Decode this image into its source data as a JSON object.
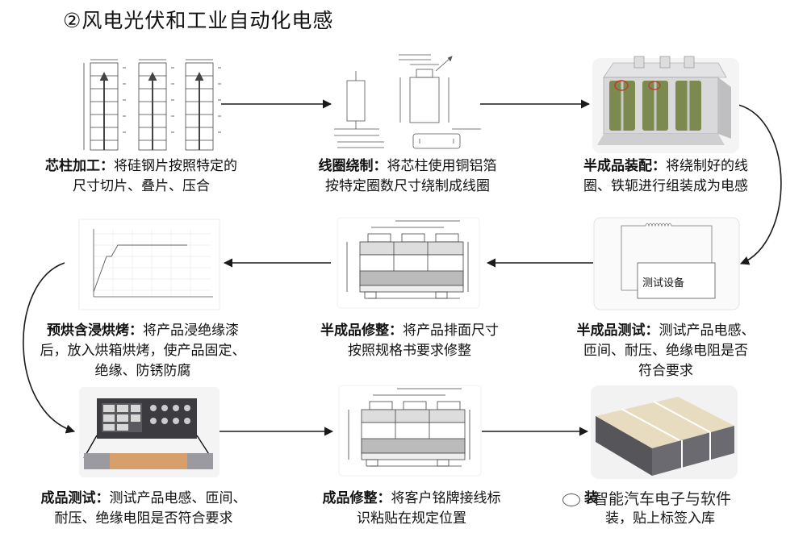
{
  "title": "②风电光伏和工业自动化电感",
  "steps": [
    {
      "id": "core",
      "name": "芯柱加工：",
      "desc1": "将硅钢片按照特定的",
      "desc2": "尺寸切片、叠片、压合"
    },
    {
      "id": "coil",
      "name": "线圈绕制：",
      "desc1": "将芯柱使用铜铝箔",
      "desc2": "按特定圈数尺寸绕制成线圈"
    },
    {
      "id": "assembly",
      "name": "半成品装配：",
      "desc1": "将绕制好的线",
      "desc2": "圈、铁轭进行组装成为电感"
    },
    {
      "id": "semitest",
      "name": "半成品测试：",
      "desc1": "测试产品电感、",
      "desc2": "匝间、耐压、绝缘电阻是否",
      "desc3": "符合要求"
    },
    {
      "id": "semitrim",
      "name": "半成品修整：",
      "desc1": "将产品排面尺寸",
      "desc2": "按照规格书要求修整"
    },
    {
      "id": "bake",
      "name": "预烘含浸烘烤：",
      "desc1": "将产品浸绝缘漆",
      "desc2": "后，放入烘箱烘烤，使产品固定、",
      "desc3": "绝缘、防锈防腐"
    },
    {
      "id": "finaltest",
      "name": "成品测试：",
      "desc1": "测试产品电感、匝间、",
      "desc2": "耐压、绝缘电阻是否符合要求"
    },
    {
      "id": "finaltrim",
      "name": "成品修整：",
      "desc1": "将客户铭牌接线标",
      "desc2": "识粘贴在规定位置"
    },
    {
      "id": "pack",
      "name": "装",
      "desc2": "装，贴上标签入库"
    }
  ],
  "test_box_label": "测试设备",
  "watermark": "智能汽车电子与软件",
  "colors": {
    "line": "#1a1a1a",
    "coil_green": "#7d8a4f",
    "box_gray": "#55555a",
    "board_orange": "#d7a06a"
  }
}
